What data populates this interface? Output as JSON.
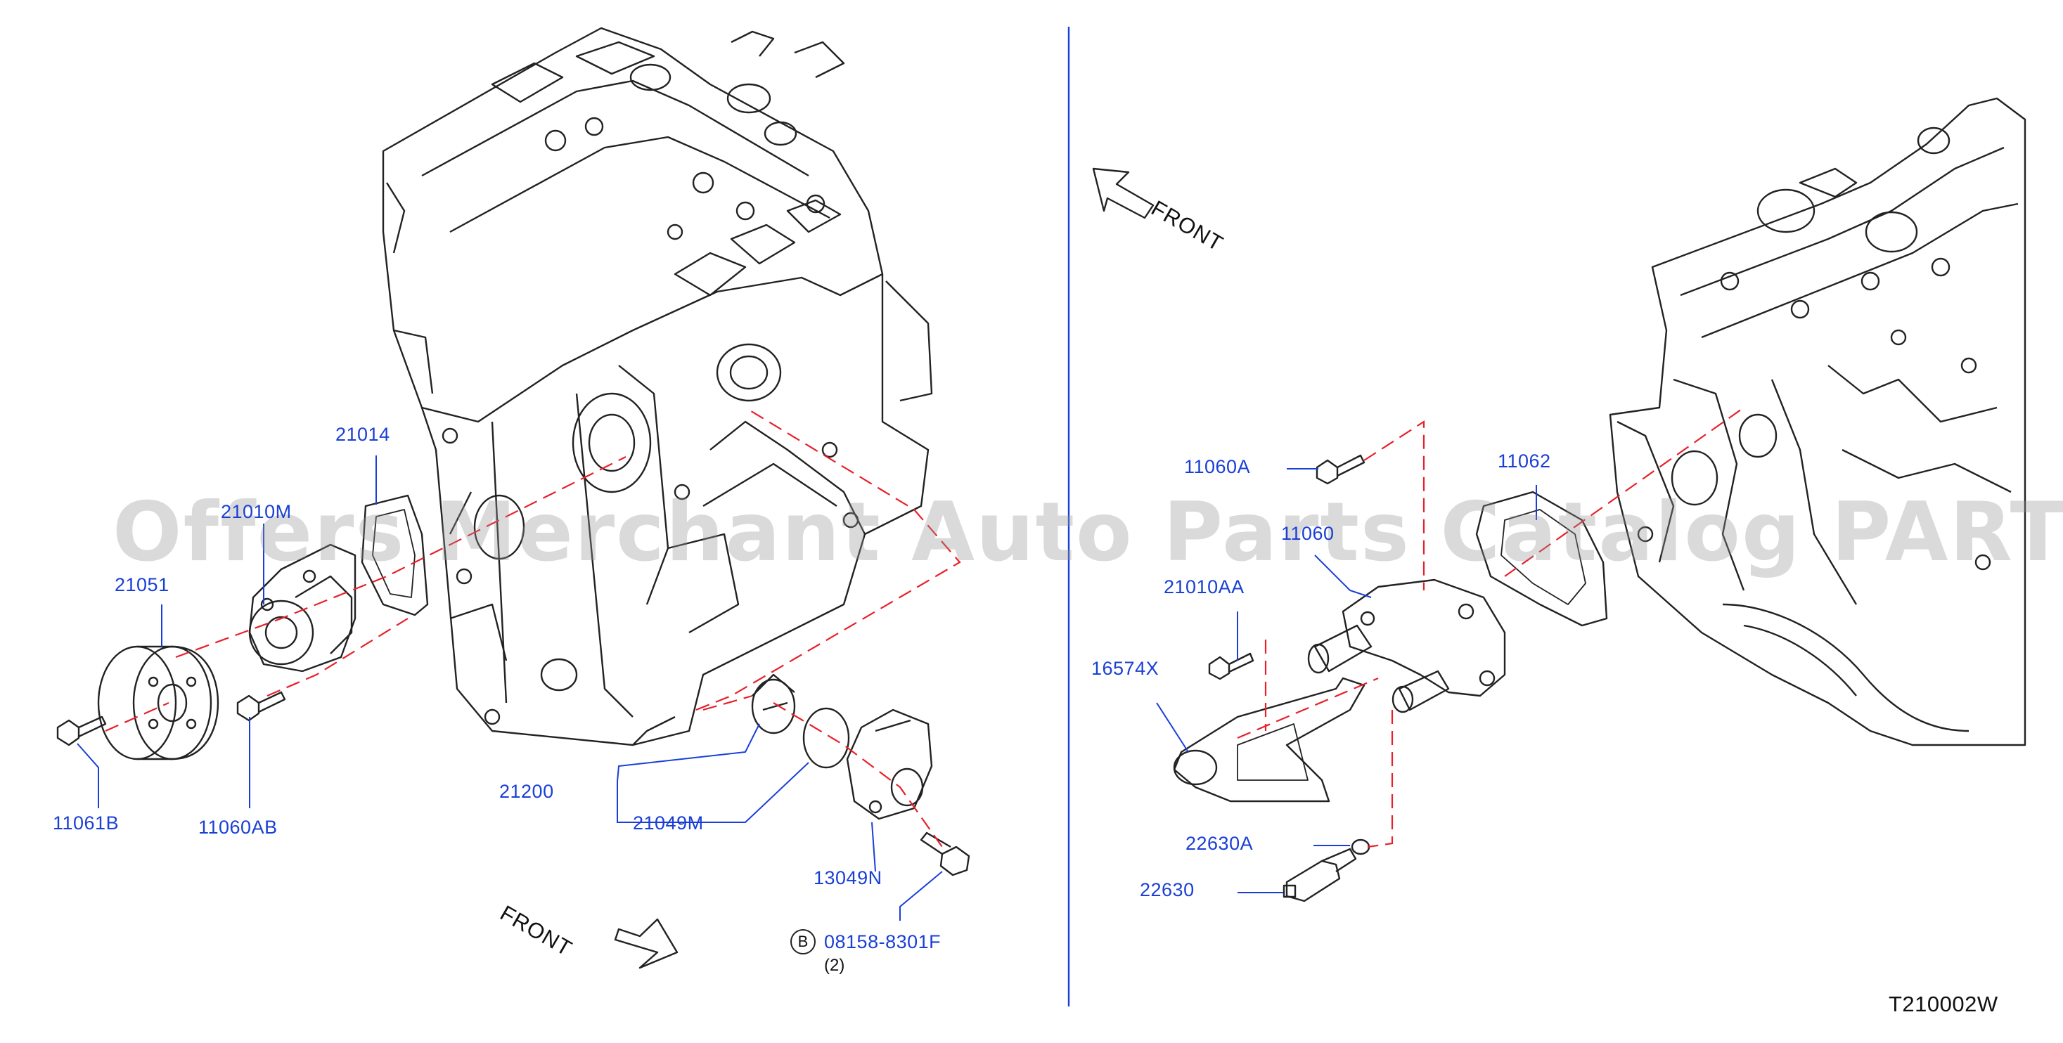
{
  "watermark": "Offers Merchant Auto Parts Catalog PARTSTORE SA",
  "front_left": "FRONT",
  "front_right": "FRONT",
  "diagram_code": "T210002W",
  "labels": {
    "p21014": "21014",
    "p21010M": "21010M",
    "p21051": "21051",
    "p11061B": "11061B",
    "p11060AB": "11060AB",
    "p21200": "21200",
    "p21049M": "21049M",
    "p13049N": "13049N",
    "p08158": "08158-8301F",
    "p08158_qty": "(2)",
    "p08158_marker": "B",
    "p11060A": "11060A",
    "p11062": "11062",
    "p11060": "11060",
    "p21010AA": "21010AA",
    "p16574X": "16574X",
    "p22630A": "22630A",
    "p22630": "22630"
  },
  "colors": {
    "label": "#1a3fd6",
    "leader": "#1a3fd6",
    "dash": "#e8202a",
    "ink": "#222222"
  }
}
